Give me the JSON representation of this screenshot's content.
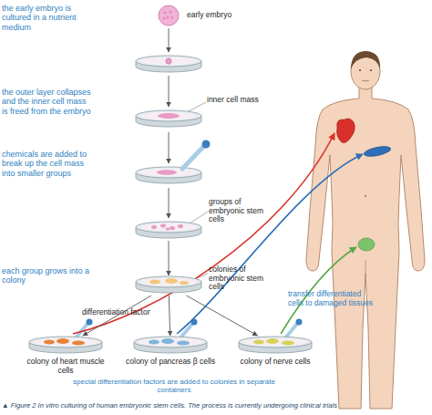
{
  "diagram": {
    "caption": "▲ Figure 2 In vitro culturing of human embryonic stem cells. The process is currently undergoing clinical trials",
    "nodes": [
      {
        "text": [
          "early embryo"
        ]
      },
      {
        "text": [
          "inner cell mass"
        ]
      },
      {
        "text": [
          "groups of embryonic stem cells"
        ]
      },
      {
        "text": [
          "colonies of embryonic stem cells"
        ]
      },
      {
        "text": [
          "colony of heart muscle cells"
        ]
      },
      {
        "text": [
          "colony of pancreas β cells"
        ]
      },
      {
        "text": [
          "colony of nerve cells"
        ]
      }
    ],
    "edges": [
      {
        "from": 2,
        "to": 3,
        "arrow": "to"
      },
      {
        "from": 3,
        "to": 4,
        "arrow": "to"
      },
      {
        "from": 3,
        "to": 5,
        "arrow": "to"
      },
      {
        "from": 3,
        "to": 6,
        "arrow": "to"
      }
    ],
    "labels": [
      "the early embryo is cultured in a nutrient medium",
      "the outer layer collapses and the inner cell mass is freed from the embryo",
      "chemicals are added to break up the cell mass into smaller groups",
      "each group grows into a colony",
      "differentiation factor",
      "transfer differentiated cells to damaged tissues",
      "special differentiation factors are added to colonies in separate containers"
    ]
  }
}
